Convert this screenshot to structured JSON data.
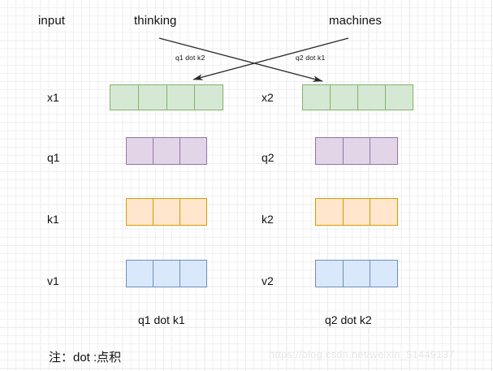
{
  "diagram": {
    "title_row": {
      "input_label": "input",
      "col1_label": "thinking",
      "col2_label": "machines"
    },
    "arrow_labels": {
      "left": "q1 dot k2",
      "right": "q2 dot k1"
    },
    "rows": [
      {
        "id": "x",
        "left_label": "x1",
        "right_label": "x2",
        "cells": 4,
        "fill": "#d5e8d4",
        "stroke": "#82b366"
      },
      {
        "id": "q",
        "left_label": "q1",
        "right_label": "q2",
        "cells": 3,
        "fill": "#e1d5e7",
        "stroke": "#9673a6"
      },
      {
        "id": "k",
        "left_label": "k1",
        "right_label": "k2",
        "cells": 3,
        "fill": "#ffe6cc",
        "stroke": "#d79b00"
      },
      {
        "id": "v",
        "left_label": "v1",
        "right_label": "v2",
        "cells": 3,
        "fill": "#dae8fc",
        "stroke": "#6c8ebf"
      }
    ],
    "footer_labels": {
      "left": "q1 dot k1",
      "right": "q2 dot k2"
    },
    "note": "注：dot :点积",
    "watermark": "https://blog.csdn.net/weixin_51449137",
    "colors": {
      "arrow": "#2b2b2b",
      "text": "#111111",
      "grid_minor": "#efefef",
      "grid_major": "#e2e2e2",
      "background": "#ffffff"
    }
  }
}
